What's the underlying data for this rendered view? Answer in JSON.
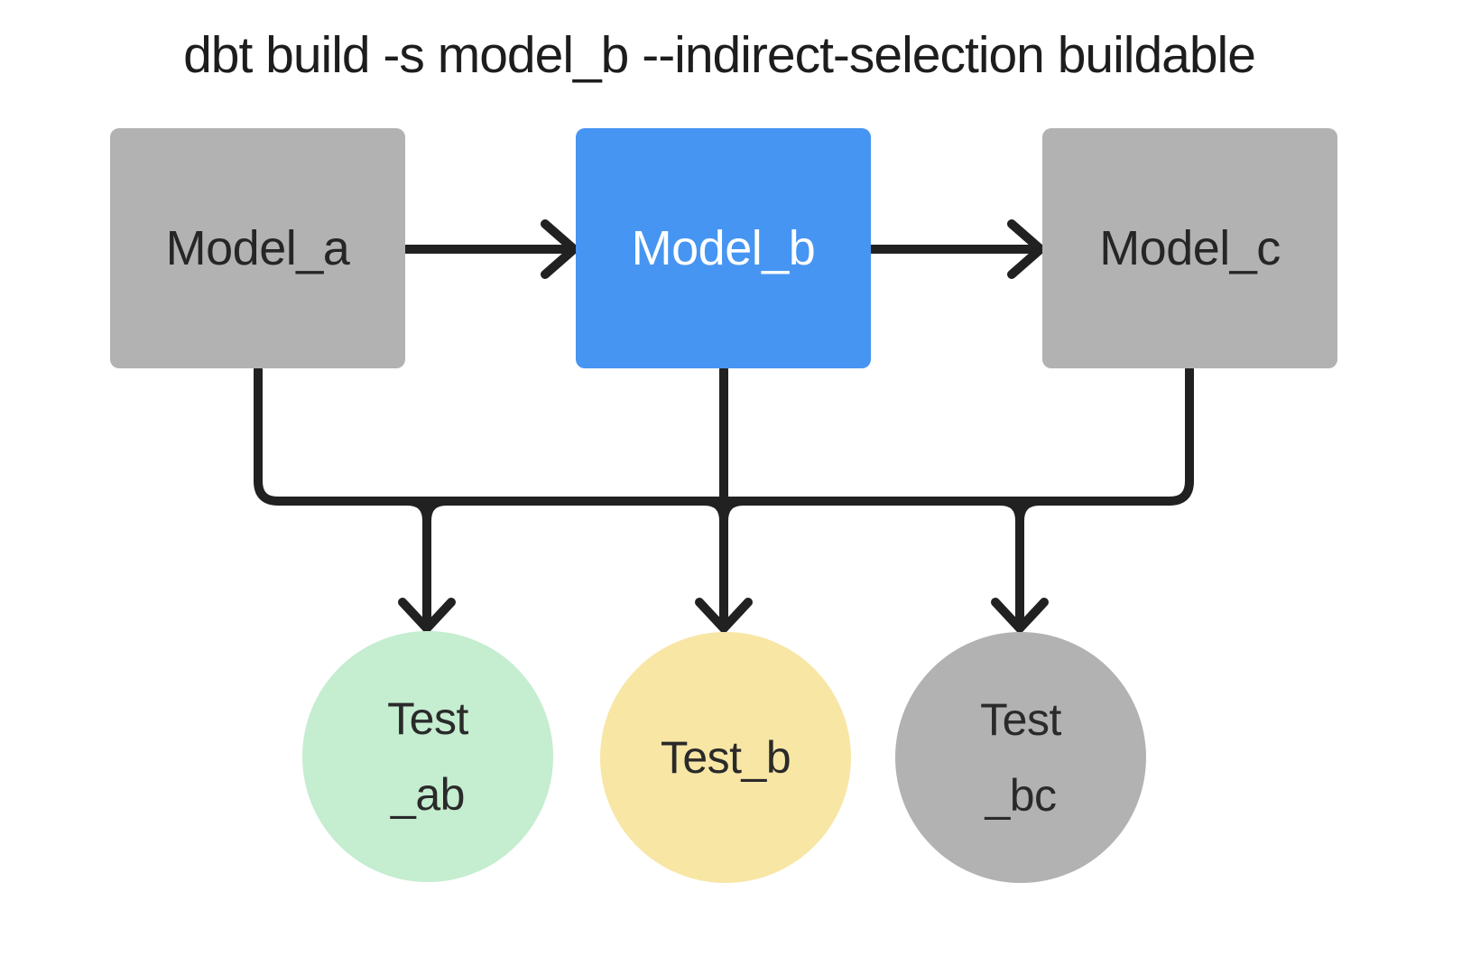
{
  "title": "dbt build -s model_b --indirect-selection buildable",
  "colors": {
    "background": "#ffffff",
    "edge": "#212121",
    "model_default": "#b2b2b2",
    "model_selected": "#4695f2",
    "test_green": "#c5edd0",
    "test_yellow": "#f8e6a5",
    "test_gray": "#b2b2b2",
    "label_dark": "#262626",
    "label_light": "#ffffff"
  },
  "nodes": {
    "model_a": {
      "label": "Model_a",
      "shape": "rect",
      "color": "#b2b2b2"
    },
    "model_b": {
      "label": "Model_b",
      "shape": "rect",
      "color": "#4695f2"
    },
    "model_c": {
      "label": "Model_c",
      "shape": "rect",
      "color": "#b2b2b2"
    },
    "test_ab": {
      "line1": "Test",
      "line2": "_ab",
      "shape": "circle",
      "color": "#c5edd0"
    },
    "test_b": {
      "line1": "Test_b",
      "shape": "circle",
      "color": "#f8e6a5"
    },
    "test_bc": {
      "line1": "Test",
      "line2": "_bc",
      "shape": "circle",
      "color": "#b2b2b2"
    }
  },
  "edges": [
    {
      "from": "model_a",
      "to": "model_b"
    },
    {
      "from": "model_b",
      "to": "model_c"
    },
    {
      "from": "model_a",
      "to": "test_ab"
    },
    {
      "from": "model_b",
      "to": "test_ab"
    },
    {
      "from": "model_b",
      "to": "test_b"
    },
    {
      "from": "model_b",
      "to": "test_bc"
    },
    {
      "from": "model_c",
      "to": "test_bc"
    }
  ]
}
